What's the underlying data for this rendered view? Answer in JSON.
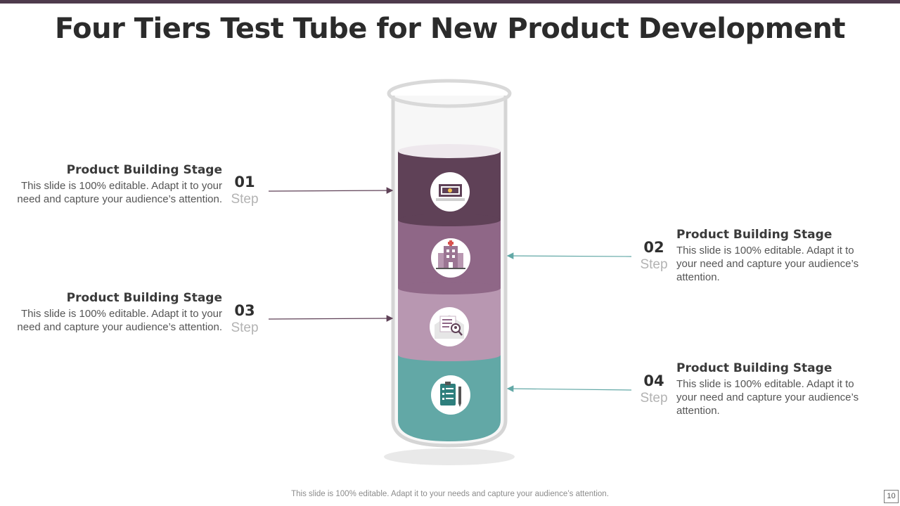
{
  "title": "Four Tiers Test Tube for New Product Development",
  "steps": [
    {
      "number": "01",
      "word": "Step",
      "heading": "Product Building Stage",
      "description": "This slide is 100% editable. Adapt it to your need and capture your audience’s attention.",
      "icon": "computer-icon"
    },
    {
      "number": "02",
      "word": "Step",
      "heading": "Product Building Stage",
      "description": "This slide is 100% editable. Adapt it to your need and capture your audience’s attention.",
      "icon": "hospital-building-icon"
    },
    {
      "number": "03",
      "word": "Step",
      "heading": "Product Building Stage",
      "description": "This slide is 100% editable. Adapt it to your need and capture your audience’s attention.",
      "icon": "document-search-icon"
    },
    {
      "number": "04",
      "word": "Step",
      "heading": "Product Building Stage",
      "description": "This slide is 100% editable. Adapt it to your need and capture your audience’s attention.",
      "icon": "clipboard-checklist-icon"
    }
  ],
  "colors": {
    "tier1": "#5f4157",
    "tier2": "#8f6787",
    "tier3": "#b897b1",
    "tier4": "#62a8a6",
    "accent_bar": "#4e3b4c"
  },
  "footer": "This slide is 100% editable. Adapt it to your needs and capture your audience’s attention.",
  "page_number": "10"
}
